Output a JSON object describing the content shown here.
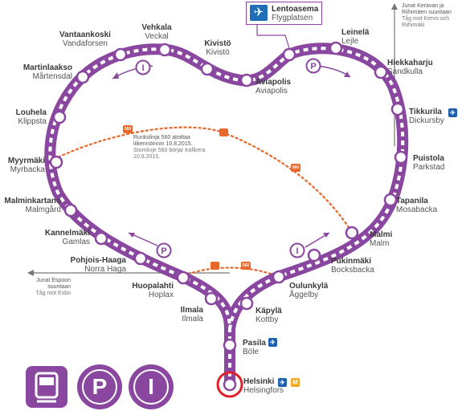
{
  "airport": {
    "fi": "Lentoasema",
    "sv": "Flygplatsen",
    "icon": "airplane-icon"
  },
  "stations": [
    {
      "id": "helsinki",
      "fi": "Helsinki",
      "sv": "Helsingfors"
    },
    {
      "id": "pasila",
      "fi": "Pasila",
      "sv": "Böle"
    },
    {
      "id": "ilmala",
      "fi": "Ilmala",
      "sv": "Ilmala"
    },
    {
      "id": "huopalahti",
      "fi": "Huopalahti",
      "sv": "Hoplax"
    },
    {
      "id": "pohjois-haaga",
      "fi": "Pohjois-Haaga",
      "sv": "Norra Haga"
    },
    {
      "id": "kannelmaki",
      "fi": "Kannelmäki",
      "sv": "Gamlas"
    },
    {
      "id": "malminkartano",
      "fi": "Malminkartano",
      "sv": "Malmgård"
    },
    {
      "id": "myyrmaki",
      "fi": "Myyrmäki",
      "sv": "Myrbacka"
    },
    {
      "id": "louhela",
      "fi": "Louhela",
      "sv": "Klippsta"
    },
    {
      "id": "martinlaakso",
      "fi": "Martinlaakso",
      "sv": "Mårtensdal"
    },
    {
      "id": "vantaankoski",
      "fi": "Vantaankoski",
      "sv": "Vandaforsen"
    },
    {
      "id": "vehkala",
      "fi": "Vehkala",
      "sv": "Veckal"
    },
    {
      "id": "kivisto",
      "fi": "Kivistö",
      "sv": "Kivistö"
    },
    {
      "id": "aviapolis",
      "fi": "Aviapolis",
      "sv": "Aviapolis"
    },
    {
      "id": "leinela",
      "fi": "Leinelä",
      "sv": "Lejle"
    },
    {
      "id": "hiekkaharju",
      "fi": "Hiekkaharju",
      "sv": "Sandkulla"
    },
    {
      "id": "tikkurila",
      "fi": "Tikkurila",
      "sv": "Dickursby"
    },
    {
      "id": "puistola",
      "fi": "Puistola",
      "sv": "Parkstad"
    },
    {
      "id": "tapanila",
      "fi": "Tapanila",
      "sv": "Mosabacka"
    },
    {
      "id": "malmi",
      "fi": "Malmi",
      "sv": "Malm"
    },
    {
      "id": "pukinmaki",
      "fi": "Pukinmäki",
      "sv": "Bocksbacka"
    },
    {
      "id": "oulunkyla",
      "fi": "Oulunkylä",
      "sv": "Åggelby"
    },
    {
      "id": "kapyla",
      "fi": "Käpylä",
      "sv": "Kottby"
    }
  ],
  "notes": {
    "kerava": {
      "fi": "Junat Keravan ja Riihimäen suuntaan",
      "sv": "Tåg mot Kervo och Riihimäki"
    },
    "espoo": {
      "fi": "Junat Espoon suuntaan",
      "sv": "Tåg mot Esbo"
    },
    "bus": {
      "fi": "Runkolinja 560 aloittaa liikennöinnin 10.8.2015.",
      "sv": "Stomlinje 560 börjar trafikera 10.8.2015."
    }
  },
  "line_badges": {
    "p": "P",
    "i": "I",
    "bus": "560",
    "metro": "M"
  },
  "legend": [
    {
      "name": "train-icon"
    },
    {
      "name": "p-train-icon",
      "label": "P"
    },
    {
      "name": "i-train-icon",
      "label": "I"
    }
  ],
  "colors": {
    "line": "#8a47a0",
    "bus": "#e8672a",
    "airport": "#1f6fb8",
    "highlight": "#e0202b"
  }
}
